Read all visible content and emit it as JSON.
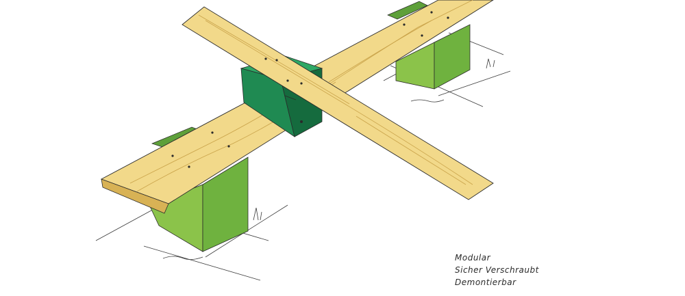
{
  "caption": {
    "line1": "Modular",
    "line2": "Sicher Verschraubt",
    "line3": "Demontierbar"
  },
  "colors": {
    "plank": "#f2d98a",
    "plank_grain": "#c9a34a",
    "plank_edge": "#d8b255",
    "leg_light": "#8bc34a",
    "leg_dark": "#5ea03a",
    "connector_front": "#1f8a52",
    "connector_side": "#156b3e",
    "connector_top": "#2ea865",
    "ink": "#2a2a2a"
  }
}
